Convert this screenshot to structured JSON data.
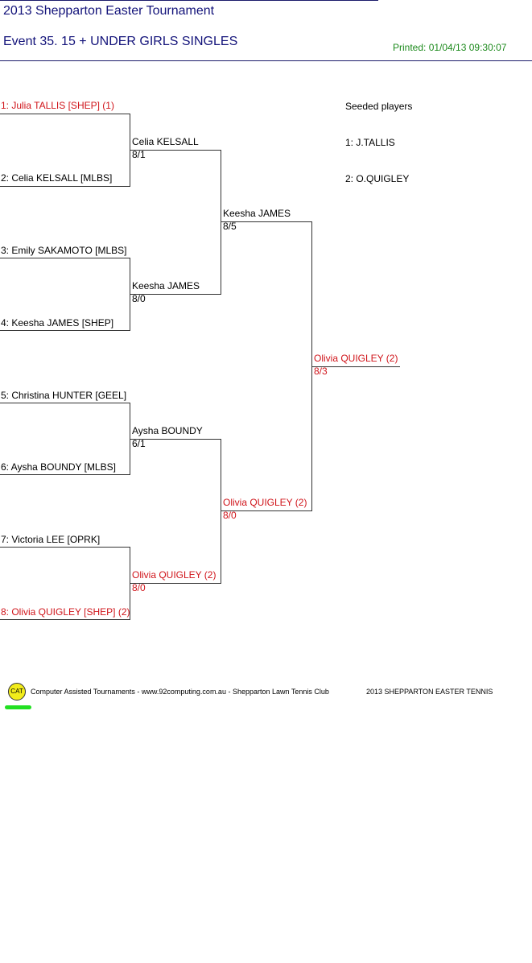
{
  "header": {
    "tournament_title": "2013 Shepparton Easter Tournament",
    "event_title": "Event 35. 15 + UNDER GIRLS SINGLES",
    "printed": "Printed: 01/04/13 09:30:07"
  },
  "colors": {
    "title": "#13137a",
    "printed": "#1c8a1c",
    "seed_red": "#d0141a",
    "line": "#333333"
  },
  "round1": [
    {
      "label": "1: Julia TALLIS [SHEP] (1)",
      "seeded": true
    },
    {
      "label": "2: Celia KELSALL [MLBS]",
      "seeded": false
    },
    {
      "label": "3: Emily SAKAMOTO [MLBS]",
      "seeded": false
    },
    {
      "label": "4: Keesha JAMES [SHEP]",
      "seeded": false
    },
    {
      "label": "5: Christina HUNTER [GEEL]",
      "seeded": false
    },
    {
      "label": "6: Aysha BOUNDY [MLBS]",
      "seeded": false
    },
    {
      "label": "7: Victoria LEE [OPRK]",
      "seeded": false
    },
    {
      "label": "8: Olivia QUIGLEY [SHEP] (2)",
      "seeded": true
    }
  ],
  "round2": [
    {
      "winner": "Celia KELSALL",
      "score": "8/1",
      "seeded": false
    },
    {
      "winner": "Keesha JAMES",
      "score": "8/0",
      "seeded": false
    },
    {
      "winner": "Aysha BOUNDY",
      "score": "6/1",
      "seeded": false
    },
    {
      "winner": "Olivia QUIGLEY (2)",
      "score": "8/0",
      "seeded": true
    }
  ],
  "semis": [
    {
      "winner": "Keesha JAMES",
      "score": "8/5",
      "seeded": false
    },
    {
      "winner": "Olivia QUIGLEY (2)",
      "score": "8/0",
      "seeded": true
    }
  ],
  "final": {
    "winner": "Olivia QUIGLEY (2)",
    "score": "8/3",
    "seeded": true
  },
  "seeded_players": {
    "heading": "Seeded players",
    "list": [
      "1: J.TALLIS",
      "2: O.QUIGLEY"
    ]
  },
  "footer": {
    "logo_text": "CAT",
    "credits": "Computer Assisted Tournaments - www.92computing.com.au -  Shepparton Lawn Tennis Club",
    "right_text": "2013 SHEPPARTON EASTER TENNIS"
  }
}
